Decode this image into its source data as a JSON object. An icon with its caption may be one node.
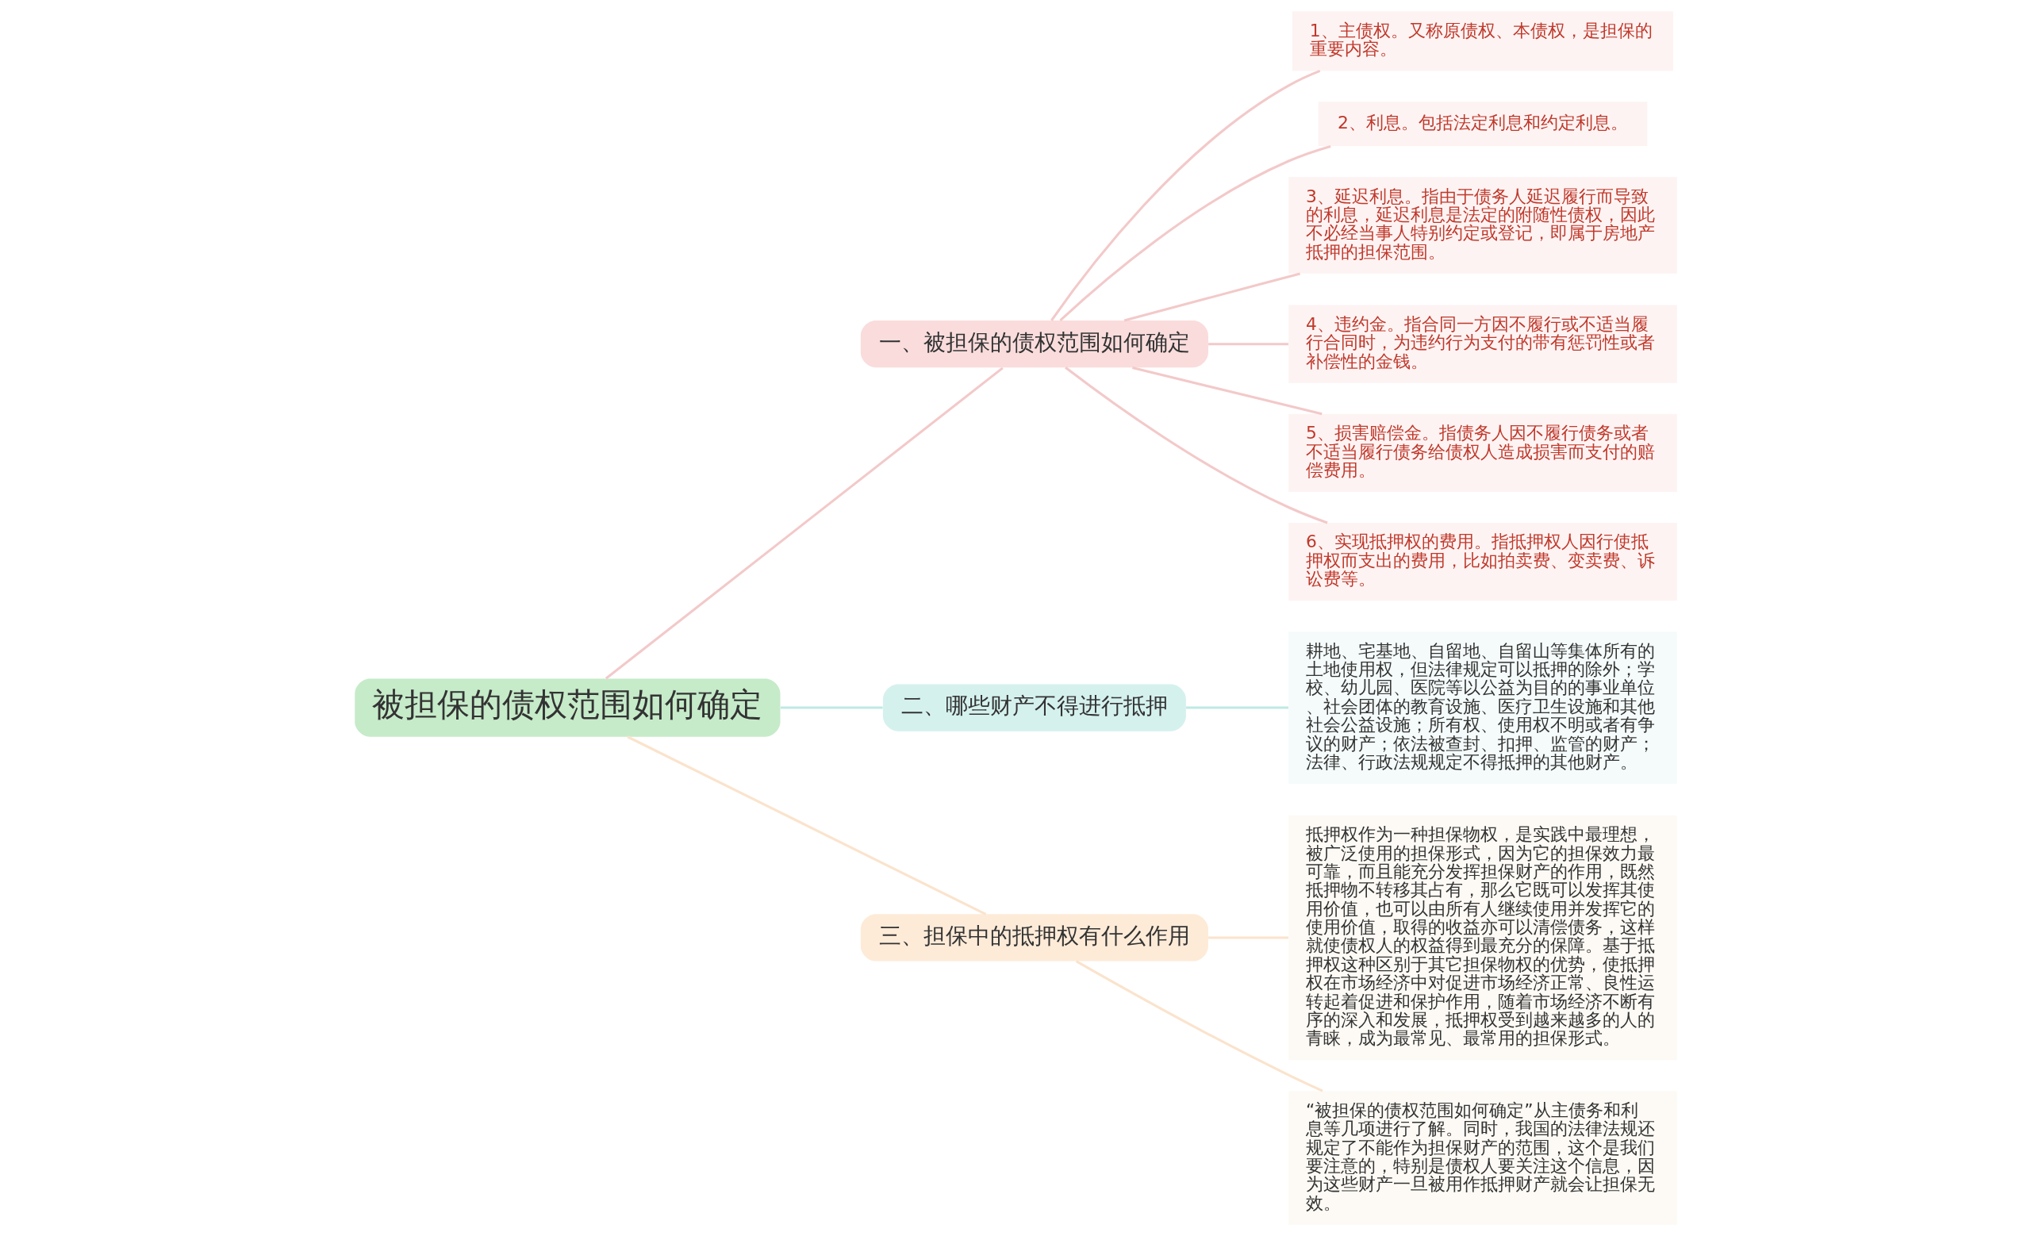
{
  "diagram": {
    "nodes": [
      {
        "text": [
          "被担保的债权范围如何确定"
        ]
      },
      {
        "text": [
          "一、被担保的债权范围如何确定"
        ]
      },
      {
        "text": [
          "1、主债权。又称原债权、本债权，是担保的重要内容。"
        ]
      },
      {
        "text": [
          "2、利息。包括法定利息和约定利息。"
        ]
      },
      {
        "text": [
          "3、延迟利息。指由于债务人延迟履行而导致的利息，延迟利息是法定的附随性债权，因此不必经当事人特别约定或登记，即属于房地产抵押的担保范围。"
        ]
      },
      {
        "text": [
          "4、违约金。指合同一方因不履行或不适当履行合同时，为违约行为支付的带有惩罚性或者补偿性的金钱。"
        ]
      },
      {
        "text": [
          "5、损害赔偿金。指债务人因不履行债务或者不适当履行债务给债权人造成损害而支付的赔偿费用。"
        ]
      },
      {
        "text": [
          "6、实现抵押权的费用。指抵押权人因行使抵押权而支出的费用，比如拍卖费、变卖费、诉讼费等。"
        ]
      },
      {
        "text": [
          "二、哪些财产不得进行抵押"
        ]
      },
      {
        "text": [
          "耕地、宅基地、自留地、自留山等集体所有的土地使用权，但法律规定可以抵押的除外；学校、幼儿园、医院等以公益为目的的事业单位、社会团体的教育设施、医疗卫生设施和其他社会公益设施；所有权、使用权不明或者有争议的财产；依法被查封、扣押、监管的财产；法律、行政法规规定不得抵押的其他财产。"
        ]
      },
      {
        "text": [
          "三、担保中的抵押权有什么作用"
        ]
      },
      {
        "text": [
          "抵押权作为一种担保物权，是实践中最理想，被广泛使用的担保形式，因为它的担保效力最可靠，而且能充分发挥担保财产的作用，既然抵押物不转移其占有，那么它既可以发挥其使用价值，也可以由所有人继续使用并发挥它的使用价值，取得的收益亦可以清偿债务，这样就使债权人的权益得到最充分的保障。基于抵押权这种区别于其它担保物权的优势，使抵押权在市场经济中对促进市场经济正常、良性运转起着促进和保护作用，随着市场经济不断有序的深入和发展，抵押权受到越来越多的人的青睐，成为最常见、最常用的担保形式。"
        ]
      },
      {
        "text": [
          "“被担保的债权范围如何确定”从主债务和利息等几项进行了解。同时，我国的法律法规还规定了不能作为担保财产的范围，这个是我们要注意的，特别是债权人要关注这个信息，因为这些财产一旦被用作抵押财产就会让担保无效。"
        ]
      }
    ],
    "edges": [
      {
        "from": 0,
        "to": 1,
        "arrow": "none"
      },
      {
        "from": 1,
        "to": 2,
        "arrow": "none"
      },
      {
        "from": 1,
        "to": 3,
        "arrow": "none"
      },
      {
        "from": 1,
        "to": 4,
        "arrow": "none"
      },
      {
        "from": 1,
        "to": 5,
        "arrow": "none"
      },
      {
        "from": 1,
        "to": 6,
        "arrow": "none"
      },
      {
        "from": 1,
        "to": 7,
        "arrow": "none"
      },
      {
        "from": 0,
        "to": 8,
        "arrow": "none",
        "color": "#bfe9e4"
      },
      {
        "from": 8,
        "to": 9,
        "arrow": "none",
        "color": "#bfe9e4"
      },
      {
        "from": 0,
        "to": 10,
        "arrow": "none",
        "color": "#fbe3cc"
      },
      {
        "from": 10,
        "to": 11,
        "arrow": "none",
        "color": "#fbe3cc"
      },
      {
        "from": 10,
        "to": 12,
        "arrow": "none",
        "color": "#fbe3cc"
      }
    ]
  }
}
